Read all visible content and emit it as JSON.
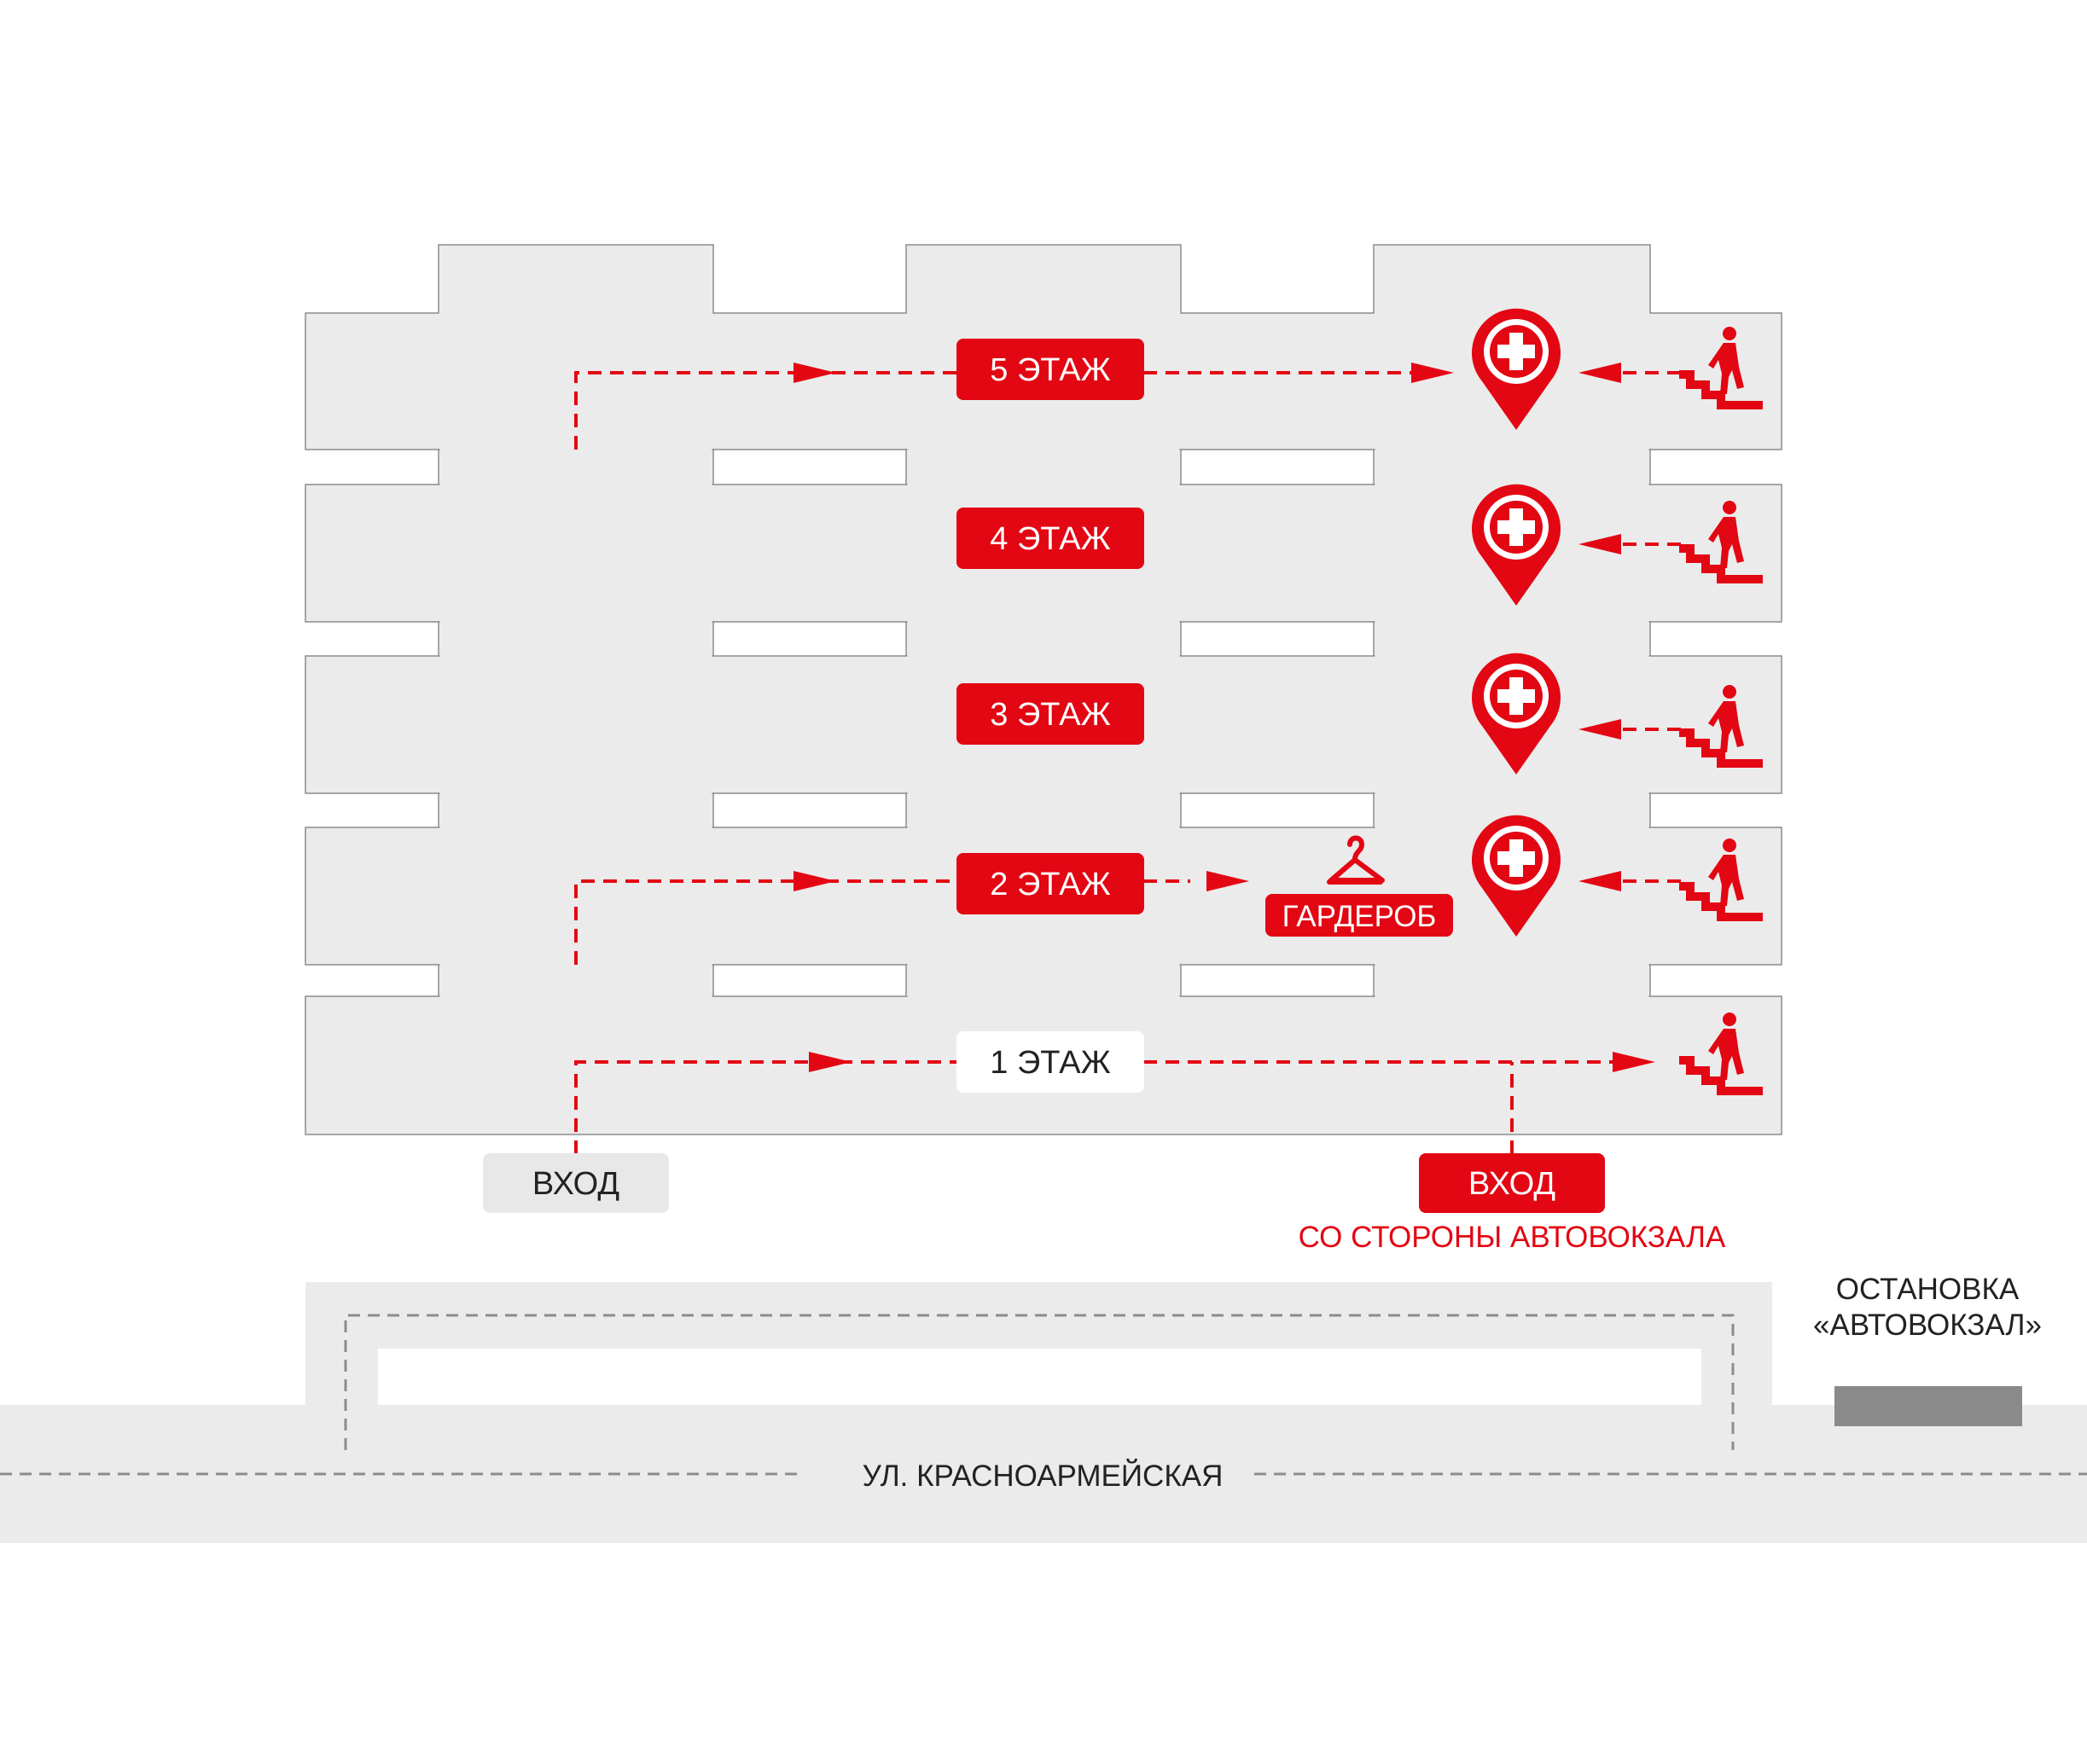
{
  "floors": [
    {
      "label": "5 ЭТАЖ"
    },
    {
      "label": "4 ЭТАЖ"
    },
    {
      "label": "3 ЭТАЖ"
    },
    {
      "label": "2 ЭТАЖ"
    },
    {
      "label": "1 ЭТАЖ"
    }
  ],
  "wardrobe": {
    "label": "ГАРДЕРОБ"
  },
  "entrances": {
    "main": {
      "label": "ВХОД"
    },
    "bus_side": {
      "label": "ВХОД",
      "caption": "СО СТОРОНЫ АВТОВОКЗАЛА"
    }
  },
  "bus_stop": {
    "line1": "ОСТАНОВКА",
    "line2": "«АВТОВОКЗАЛ»"
  },
  "street": {
    "label": "УЛ. КРАСНОАРМЕЙСКАЯ"
  },
  "icons": [
    "medical-pin-icon",
    "stairs-climber-icon",
    "hanger-icon",
    "arrow-right-icon",
    "arrow-left-icon"
  ],
  "colors": {
    "accent": "#e30613",
    "building": "#ebebeb",
    "outline": "#8c8c8c",
    "road": "#ebebeb",
    "bus_stop": "#8a8a8a",
    "entrance_gray": "#e8e8e8",
    "text_dark": "#222222"
  }
}
